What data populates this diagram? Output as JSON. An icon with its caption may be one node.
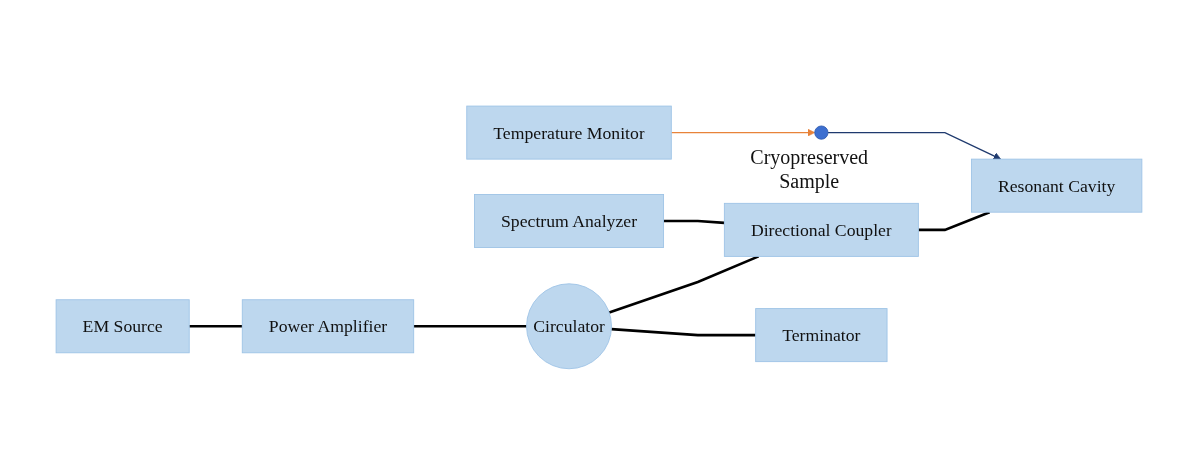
{
  "diagram": {
    "nodes": [
      {
        "text": [
          "EM Source"
        ]
      },
      {
        "text": [
          "Spectrum Analyzer"
        ]
      },
      {
        "text": [
          "Temperature Monitor"
        ]
      },
      {
        "text": [
          "Power Amplifier"
        ]
      },
      {
        "text": [
          "Circulator"
        ]
      },
      {
        "text": [
          "Directional Coupler"
        ]
      },
      {
        "text": [],
        "shape": "circle",
        "beside": [
          "Cryopreserved Sample"
        ]
      },
      {
        "text": [
          "Resonant Cavity"
        ]
      },
      {
        "text": [
          "Terminator"
        ]
      }
    ],
    "edges": [
      {
        "from": 0,
        "to": 3,
        "arrow": "none"
      },
      {
        "from": 3,
        "to": 4,
        "arrow": "none"
      },
      {
        "from": 4,
        "to": 5,
        "arrow": "none"
      },
      {
        "from": 1,
        "to": 5,
        "arrow": "none"
      },
      {
        "from": 4,
        "to": 8,
        "arrow": "none"
      },
      {
        "from": 5,
        "to": 7,
        "arrow": "none"
      },
      {
        "from": 2,
        "to": 6,
        "arrow": "to",
        "color": "#e8833a"
      },
      {
        "from": 6,
        "to": 7,
        "arrow": "to",
        "color": "#1f3a6e"
      }
    ]
  }
}
